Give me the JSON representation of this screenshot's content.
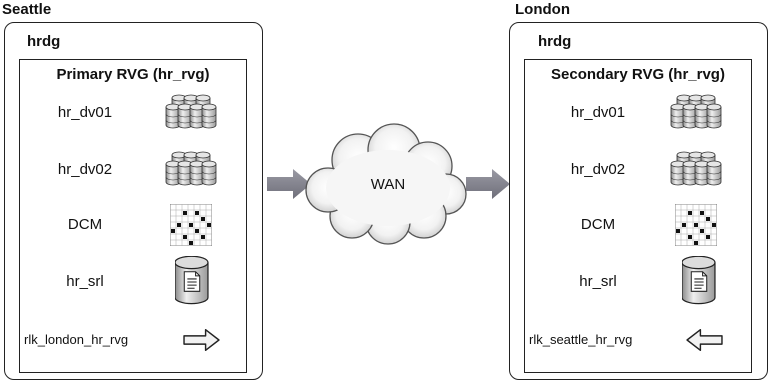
{
  "sites": [
    {
      "name": "Seattle",
      "disk_group": "hrdg",
      "rvg_title": "Primary RVG (hr_rvg)",
      "rows": [
        {
          "label": "hr_dv01",
          "icon": "disk-array-icon"
        },
        {
          "label": "hr_dv02",
          "icon": "disk-array-icon"
        },
        {
          "label": "DCM",
          "icon": "bitmap-grid-icon"
        },
        {
          "label": "hr_srl",
          "icon": "log-volume-icon"
        }
      ],
      "rlink": {
        "label": "rlk_london_hr_rvg",
        "direction": "right"
      }
    },
    {
      "name": "London",
      "disk_group": "hrdg",
      "rvg_title": "Secondary RVG (hr_rvg)",
      "rows": [
        {
          "label": "hr_dv01",
          "icon": "disk-array-icon"
        },
        {
          "label": "hr_dv02",
          "icon": "disk-array-icon"
        },
        {
          "label": "DCM",
          "icon": "bitmap-grid-icon"
        },
        {
          "label": "hr_srl",
          "icon": "log-volume-icon"
        }
      ],
      "rlink": {
        "label": "rlk_seattle_hr_rvg",
        "direction": "left"
      }
    }
  ],
  "network": {
    "label": "WAN",
    "icon": "cloud-icon"
  },
  "flow_arrows": [
    "arrow-right-icon",
    "arrow-right-icon"
  ]
}
